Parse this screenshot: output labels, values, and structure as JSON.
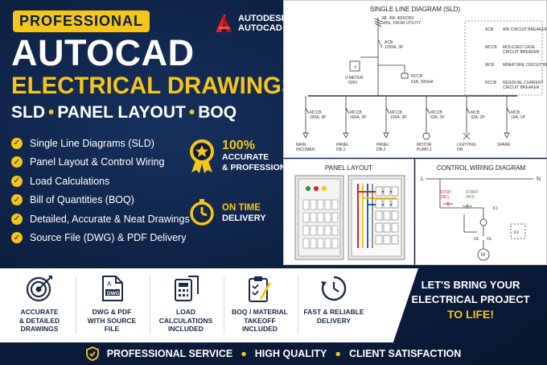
{
  "header": {
    "badge": "PROFESSIONAL",
    "title_line1": "AUTOCAD",
    "title_line2": "ELECTRICAL DRAWINGS",
    "subtitle_items": [
      "SLD",
      "PANEL LAYOUT",
      "BOQ"
    ],
    "subtitle_sep": "•"
  },
  "logo": {
    "line1": "AUTODESK",
    "line2": "AUTOCAD"
  },
  "features": [
    "Single Line Diagrams (SLD)",
    "Panel Layout & Control Wiring",
    "Load Calculations",
    "Bill of Quantities (BOQ)",
    "Detailed, Accurate & Neat Drawings",
    "Source File (DWG) & PDF Delivery"
  ],
  "guarantees": {
    "accurate_big": "100%",
    "accurate_l1": "ACCURATE",
    "accurate_l2": "& PROFESSIONAL",
    "ontime_l1": "ON TIME",
    "ontime_l2": "DELIVERY"
  },
  "sld": {
    "title": "SINGLE LINE DIAGRAM (SLD)",
    "supply": "3Ø, 4W, 400/230V",
    "supply2": "50Hz, FROM UTILITY",
    "acb": "ACB",
    "acb_rating": "1250A, 3P",
    "vmeter": "V-METER",
    "vmeter_v": "500V",
    "rccb": "RCCB",
    "rccb_rating": "63A, 300mA",
    "legend": [
      {
        "code": "ACB",
        "desc": "AIR CIRCUIT BREAKER"
      },
      {
        "code": "MCCB",
        "desc": "MOULDED CASE CIRCUIT BREAKER"
      },
      {
        "code": "MCB",
        "desc": "MINIATURE CIRCUIT BREAKER"
      },
      {
        "code": "RCCB",
        "desc": "RESIDUAL CURRENT CIRCUIT BREAKER"
      }
    ],
    "feeders": [
      {
        "type": "MCCB",
        "rating": "250A, 3P",
        "load1": "MAIN",
        "load2": "INCOMER"
      },
      {
        "type": "MCCB",
        "rating": "160A, 3P",
        "load1": "PANEL",
        "load2": "DB-1"
      },
      {
        "type": "MCCB",
        "rating": "100A, 3P",
        "load1": "PANEL",
        "load2": "DB-2"
      },
      {
        "type": "MCCB",
        "rating": "63A, 3P",
        "load1": "MOTOR",
        "load2": "PUMP-1"
      },
      {
        "type": "MCB",
        "rating": "32A, 3P",
        "load1": "LIGHTING",
        "load2": "DB"
      },
      {
        "type": "MCB",
        "rating": "16A, 1P",
        "load1": "SPARE",
        "load2": ""
      }
    ]
  },
  "panel_layout": {
    "title": "PANEL LAYOUT"
  },
  "control_wiring": {
    "title": "CONTROL WIRING DIAGRAM",
    "l": "L",
    "n": "N",
    "stop": "STOP",
    "stop_nc": "(NC)",
    "start": "START",
    "start_no": "(NO)",
    "k1": "K1",
    "ol": "OL",
    "motor": "M"
  },
  "services": [
    {
      "icon": "target-icon",
      "l1": "ACCURATE",
      "l2": "& DETAILED",
      "l3": "DRAWINGS"
    },
    {
      "icon": "dwg-file-icon",
      "l1": "DWG & PDF",
      "l2": "WITH SOURCE",
      "l3": "FILE"
    },
    {
      "icon": "calculator-icon",
      "l1": "LOAD",
      "l2": "CALCULATIONS",
      "l3": "INCLUDED"
    },
    {
      "icon": "clipboard-icon",
      "l1": "BOQ / MATERIAL",
      "l2": "TAKEOFF",
      "l3": "INCLUDED"
    },
    {
      "icon": "clock-icon",
      "l1": "FAST & RELIABLE",
      "l2": "DELIVERY",
      "l3": ""
    }
  ],
  "cta": {
    "l1": "LET'S BRING YOUR",
    "l2": "ELECTRICAL PROJECT",
    "l3": "TO LIFE!"
  },
  "bottom_bar": [
    "PROFESSIONAL SERVICE",
    "HIGH QUALITY",
    "CLIENT SATISFACTION"
  ],
  "colors": {
    "navy": "#0b1d3d",
    "accent": "#f5c518",
    "red": "#e02020",
    "green": "#2e8b3a"
  }
}
